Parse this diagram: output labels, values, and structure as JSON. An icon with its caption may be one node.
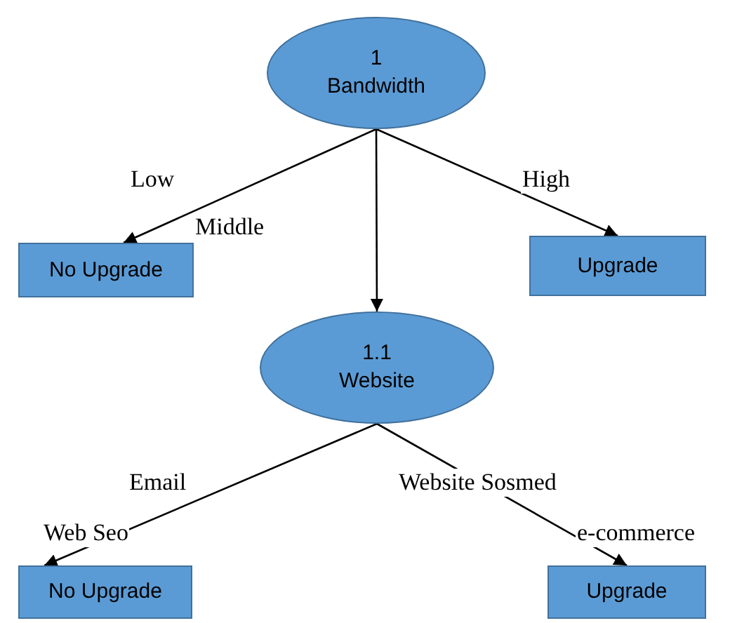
{
  "diagram": {
    "nodes": [
      {
        "text": [
          "1",
          "Bandwidth"
        ]
      },
      {
        "text": [
          "No Upgrade"
        ]
      },
      {
        "text": [
          "Upgrade"
        ]
      },
      {
        "text": [
          "1.1",
          "Website"
        ]
      },
      {
        "text": [
          "No Upgrade"
        ]
      },
      {
        "text": [
          "Upgrade"
        ]
      }
    ],
    "edges": [
      {
        "from": 0,
        "to": 1,
        "arrow": "to",
        "label": "Low"
      },
      {
        "from": 0,
        "to": 3,
        "arrow": "to"
      },
      {
        "from": 0,
        "to": 2,
        "arrow": "to",
        "label": "High"
      },
      {
        "from": 3,
        "to": 4,
        "arrow": "to",
        "label": "Email"
      },
      {
        "from": 3,
        "to": 5,
        "arrow": "to",
        "label": "Website Sosmed"
      }
    ],
    "labels": [
      "Middle",
      "Web Seo",
      "e-commerce"
    ]
  }
}
